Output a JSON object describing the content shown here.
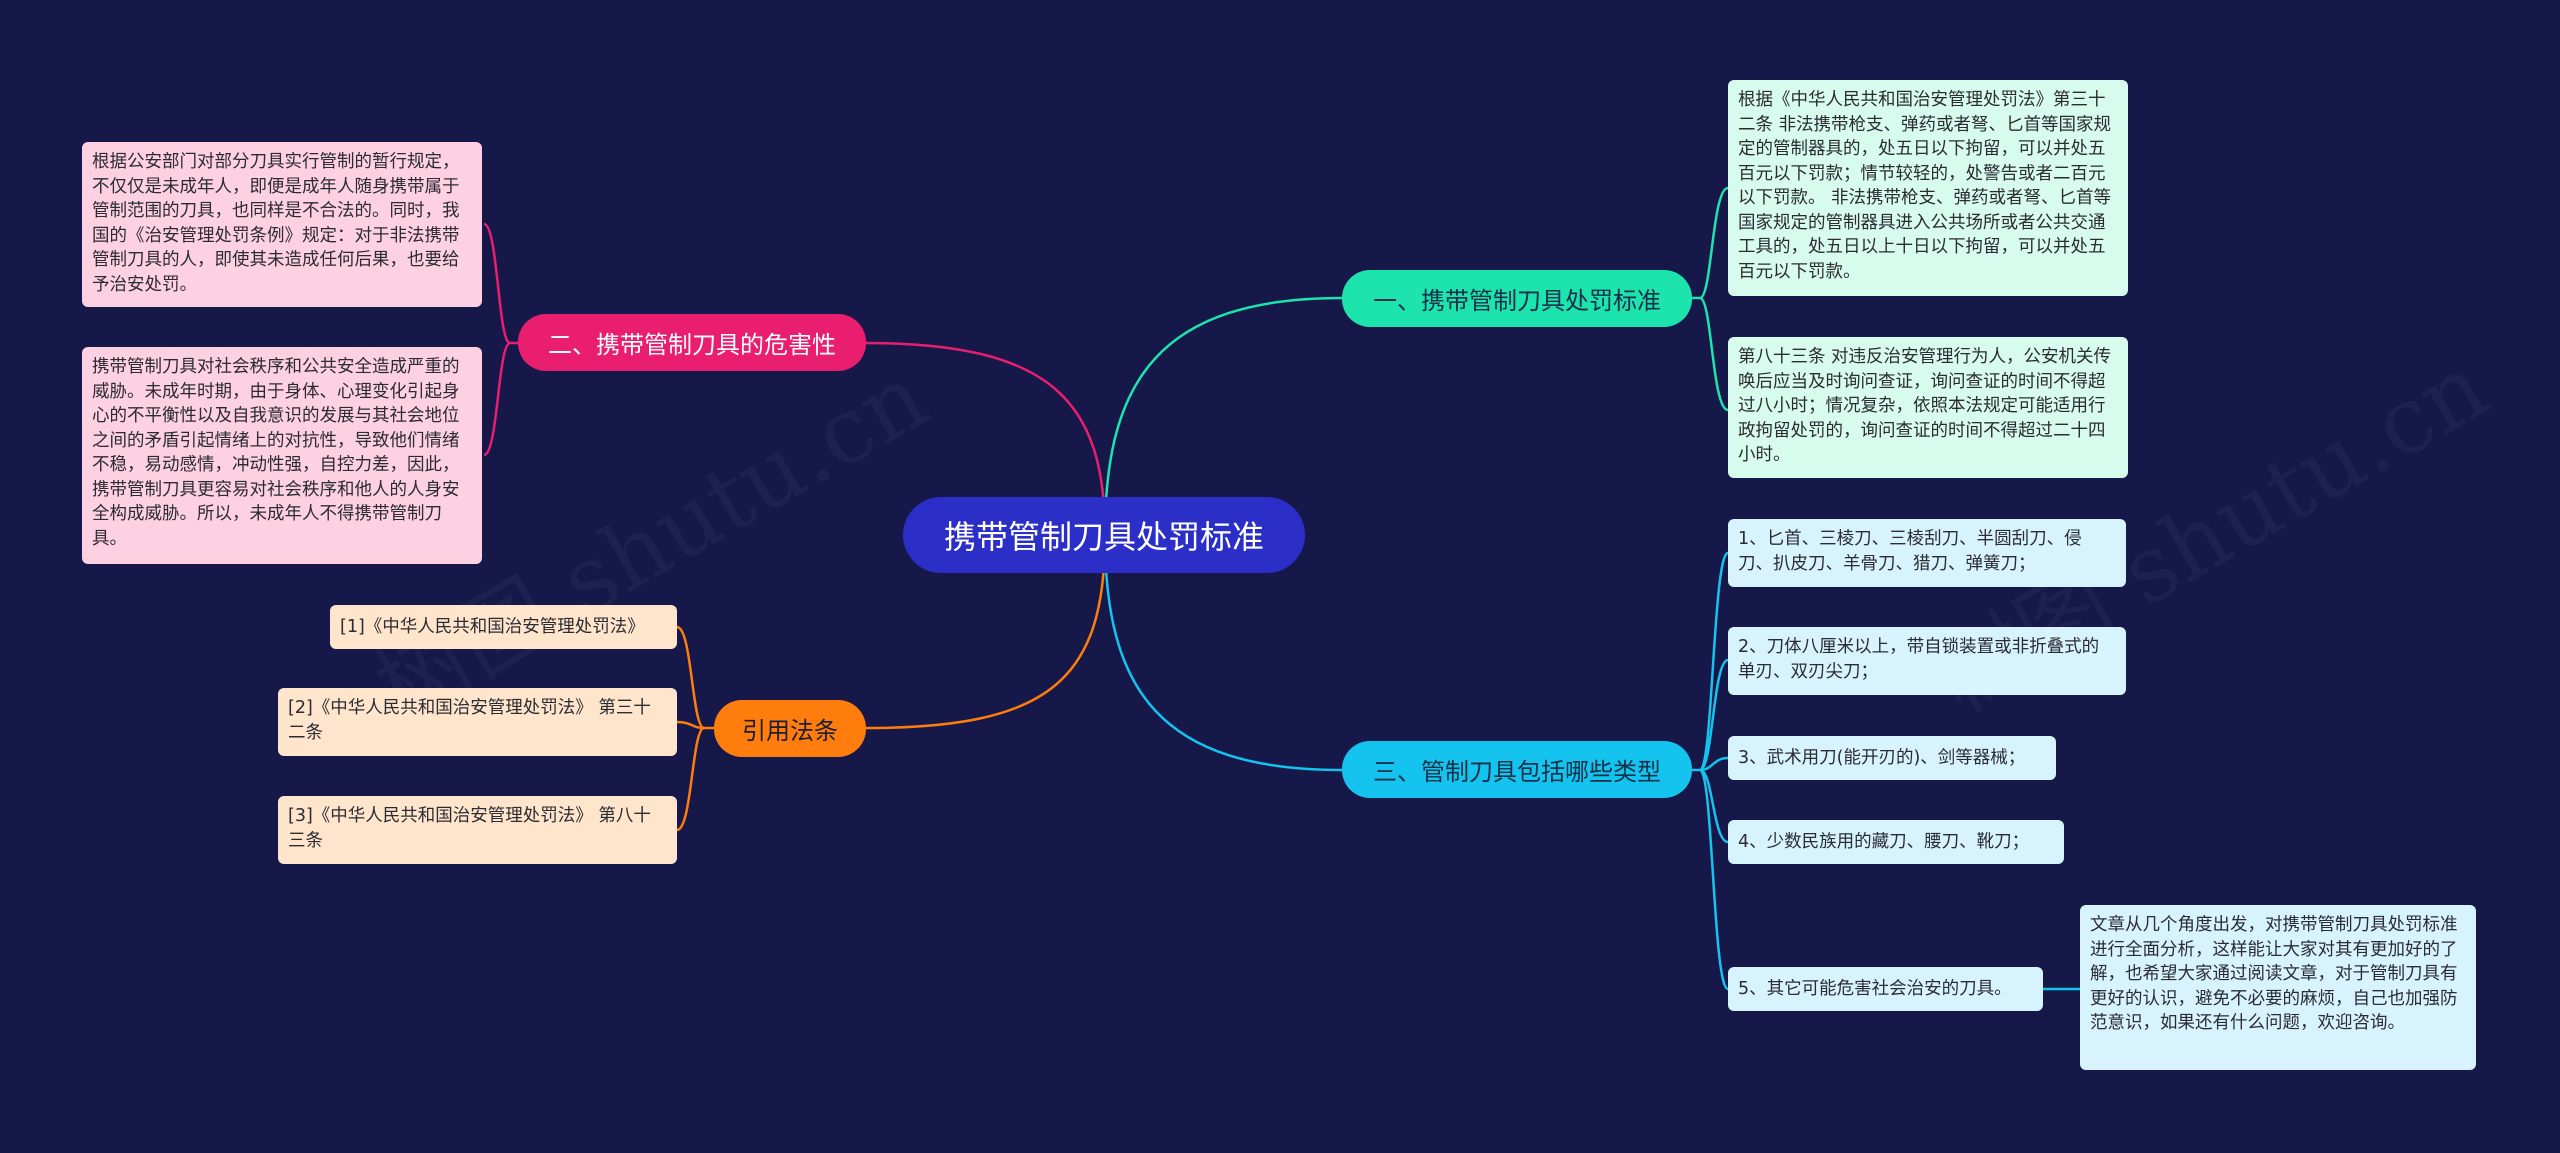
{
  "center": {
    "title": "携带管制刀具处罚标准"
  },
  "watermarks": [
    "树图 shutu.cn",
    "树图 shutu.cn"
  ],
  "colors": {
    "background": "#16184a",
    "center": "#2b2fc8",
    "branch_harm": "#ea1e6f",
    "branch_penalty": "#1de3ad",
    "branch_law": "#ff7d0d",
    "branch_types": "#14c3ee"
  },
  "branches": {
    "penalty": {
      "label": "一、携带管制刀具处罚标准",
      "items": [
        "根据《中华人民共和国治安管理处罚法》第三十二条 非法携带枪支、弹药或者弩、匕首等国家规定的管制器具的，处五日以下拘留，可以并处五百元以下罚款；情节较轻的，处警告或者二百元以下罚款。 非法携带枪支、弹药或者弩、匕首等国家规定的管制器具进入公共场所或者公共交通工具的，处五日以上十日以下拘留，可以并处五百元以下罚款。",
        "第八十三条 对违反治安管理行为人，公安机关传唤后应当及时询问查证，询问查证的时间不得超过八小时；情况复杂，依照本法规定可能适用行政拘留处罚的，询问查证的时间不得超过二十四小时。"
      ]
    },
    "harm": {
      "label": "二、携带管制刀具的危害性",
      "items": [
        "根据公安部门对部分刀具实行管制的暂行规定，不仅仅是未成年人，即便是成年人随身携带属于管制范围的刀具，也同样是不合法的。同时，我国的《治安管理处罚条例》规定：对于非法携带管制刀具的人，即使其未造成任何后果，也要给予治安处罚。",
        "携带管制刀具对社会秩序和公共安全造成严重的威胁。未成年时期，由于身体、心理变化引起身心的不平衡性以及自我意识的发展与其社会地位之间的矛盾引起情绪上的对抗性，导致他们情绪不稳，易动感情，冲动性强，自控力差，因此，携带管制刀具更容易对社会秩序和他人的人身安全构成威胁。所以，未成年人不得携带管制刀具。"
      ]
    },
    "types": {
      "label": "三、管制刀具包括哪些类型",
      "items": [
        "1、匕首、三棱刀、三棱刮刀、半圆刮刀、侵刀、扒皮刀、羊骨刀、猎刀、弹簧刀；",
        "2、刀体八厘米以上，带自锁装置或非折叠式的单刃、双刃尖刀；",
        "3、武术用刀(能开刃的)、剑等器械；",
        "4、少数民族用的藏刀、腰刀、靴刀；",
        "5、其它可能危害社会治安的刀具。"
      ],
      "note": "文章从几个角度出发，对携带管制刀具处罚标准进行全面分析，这样能让大家对其有更加好的了解，也希望大家通过阅读文章，对于管制刀具有更好的认识，避免不必要的麻烦，自己也加强防范意识，如果还有什么问题，欢迎咨询。"
    },
    "law": {
      "label": "引用法条",
      "items": [
        "[1]《中华人民共和国治安管理处罚法》",
        "[2]《中华人民共和国治安管理处罚法》 第三十二条",
        "[3]《中华人民共和国治安管理处罚法》 第八十三条"
      ]
    }
  }
}
